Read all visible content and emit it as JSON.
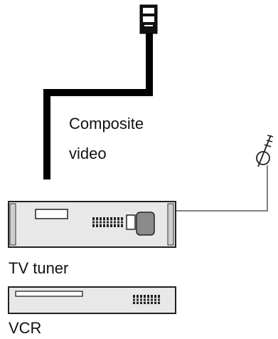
{
  "labels": {
    "composite_line1": "Composite",
    "composite_line2": "video",
    "tv_tuner": "TV tuner",
    "vcr": "VCR"
  },
  "colors": {
    "cable": "#000000",
    "device_fill": "#e8e8e8",
    "device_outline": "#222222",
    "knob_fill": "#8a8a8a",
    "antenna_wire": "#555555"
  },
  "icons": {
    "video_plug": "video-plug-icon",
    "antenna": "antenna-icon",
    "tv_knob": "knob-icon",
    "button_grid": "button-grid-icon"
  }
}
